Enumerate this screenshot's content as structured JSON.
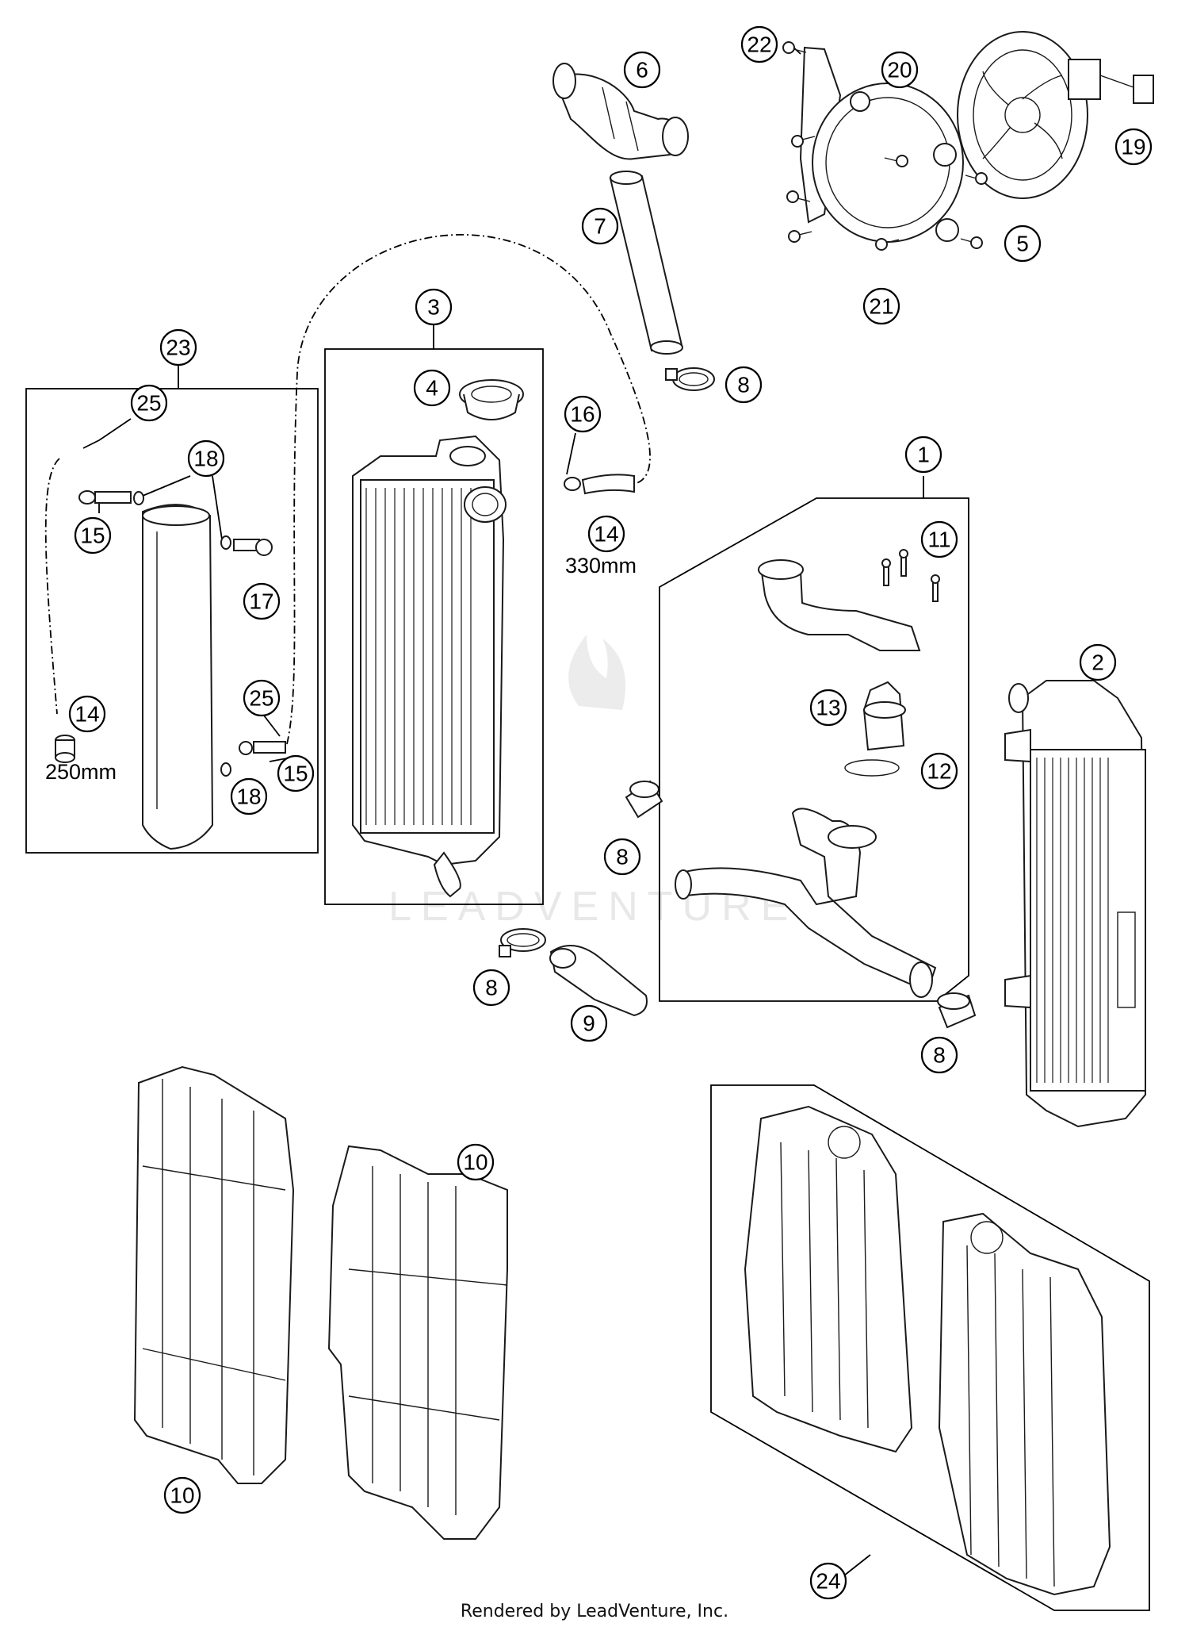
{
  "footer": "Rendered by LeadVenture, Inc.",
  "watermark": "LEADVENTURE",
  "dimensions": {
    "hose_short": "250mm",
    "hose_long": "330mm"
  },
  "callouts": [
    "1",
    "2",
    "3",
    "4",
    "5",
    "6",
    "7",
    "8",
    "8",
    "8",
    "8",
    "9",
    "10",
    "10",
    "11",
    "12",
    "13",
    "14",
    "14",
    "15",
    "15",
    "16",
    "17",
    "18",
    "18",
    "19",
    "20",
    "21",
    "22",
    "23",
    "24",
    "25",
    "25"
  ]
}
